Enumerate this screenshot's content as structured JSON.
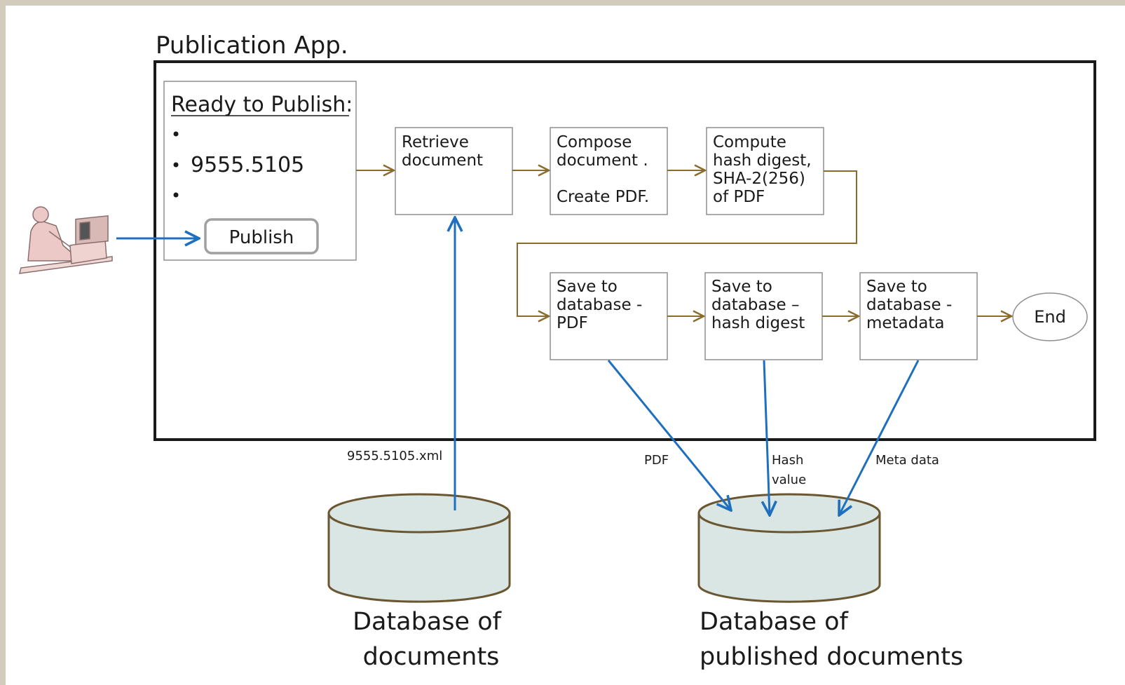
{
  "app_title": "Publication App.",
  "ready_panel": {
    "heading": "Ready to Publish:",
    "bullets": [
      "",
      "9555.5105",
      ""
    ],
    "publish_label": "Publish"
  },
  "steps": {
    "retrieve": [
      "Retrieve",
      "document"
    ],
    "compose": [
      "Compose",
      "document .",
      "",
      "Create PDF."
    ],
    "hash": [
      "Compute",
      "hash digest,",
      "SHA-2(256)",
      "of PDF"
    ],
    "save_pdf": [
      "Save to",
      "database -",
      "PDF"
    ],
    "save_hash": [
      "Save to",
      "database –",
      "hash digest"
    ],
    "save_meta": [
      "Save to",
      "database -",
      "metadata"
    ],
    "end": "End"
  },
  "flows": {
    "xml_label": "9555.5105.xml",
    "pdf_label": "PDF",
    "hash_label": [
      "Hash",
      "value"
    ],
    "meta_label": "Meta data"
  },
  "databases": {
    "source": [
      "Database of",
      "documents"
    ],
    "published": [
      "Database of",
      "published documents"
    ]
  },
  "icons": {
    "user": "user-at-computer-icon",
    "bullet": "bullet-dot"
  },
  "colors": {
    "background": "#d3cbbb",
    "flow_arrow": "#8b6a2e",
    "data_arrow": "#1f6fbf",
    "cylinder_fill": "#d9e6e4"
  }
}
